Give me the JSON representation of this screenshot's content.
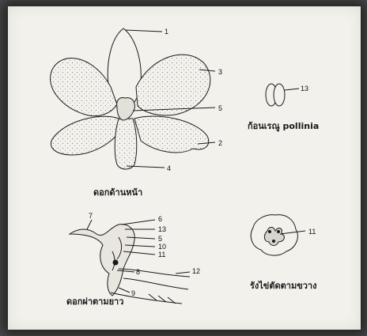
{
  "captions": {
    "front_view": "ดอกด้านหน้า",
    "pollinia": "ก้อนเรณู pollinia",
    "longitudinal_section": "ดอกผ่าตามยาว",
    "ovary_cross_section": "รังไข่ตัดตามขวาง"
  },
  "labels": {
    "front": [
      "1",
      "3",
      "5",
      "2",
      "4"
    ],
    "pollinia": [
      "13"
    ],
    "section": [
      "7",
      "6",
      "13",
      "5",
      "10",
      "11",
      "12",
      "8",
      "9"
    ],
    "ovary": [
      "11"
    ]
  },
  "colors": {
    "paper": "#f2f1ec",
    "ink": "#1a1a1a",
    "frame": "#4a4a4a"
  }
}
